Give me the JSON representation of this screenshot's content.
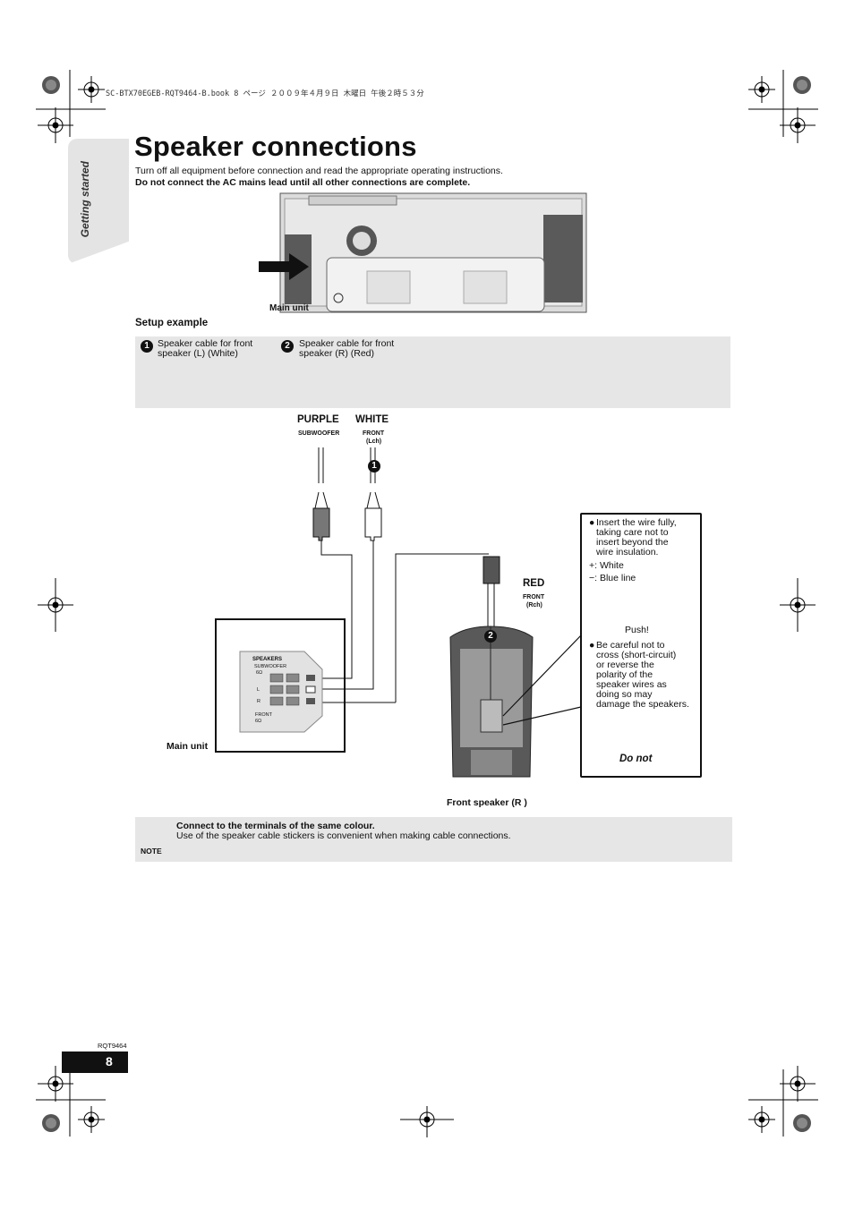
{
  "header": {
    "book_line": "SC-BTX70EGEB-RQT9464-B.book  8 ページ  ２００９年４月９日  木曜日  午後２時５３分"
  },
  "side_tab": {
    "label": "Getting started"
  },
  "title": "Speaker connections",
  "intro": {
    "line1": "Turn off all equipment before connection and read the appropriate operating instructions.",
    "line2": "Do not connect the AC mains lead until all other connections are complete."
  },
  "top_figure": {
    "main_unit_label": "Main unit"
  },
  "setup": {
    "heading": "Setup example",
    "items": [
      {
        "number": "1",
        "line1": "Speaker cable for front",
        "line2": "speaker (L) (White)"
      },
      {
        "number": "2",
        "line1": "Speaker cable for front",
        "line2": "speaker (R) (Red)"
      }
    ]
  },
  "diagram": {
    "purple": "PURPLE",
    "white": "WHITE",
    "subwoofer": "SUBWOOFER",
    "front_lch_1": "FRONT",
    "front_lch_2": "(Lch)",
    "red": "RED",
    "front_rch_1": "FRONT",
    "front_rch_2": "(Rch)",
    "main_unit_label": "Main unit",
    "front_speaker_label": "Front speaker (R )",
    "panel_speakers": "SPEAKERS",
    "panel_subwoofer": "SUBWOOFER",
    "panel_sub_ohm": "6Ω",
    "panel_l": "L",
    "panel_r": "R",
    "panel_front": "FRONT",
    "panel_front_ohm": "6Ω",
    "callout_1": "1",
    "callout_2": "2"
  },
  "info": {
    "bullet1_lines": [
      "Insert the wire fully,",
      "taking care not to",
      "insert beyond the",
      "wire insulation."
    ],
    "plus_white": "+: White",
    "minus_blue": "−: Blue line",
    "push": "Push!",
    "bullet2_lines": [
      "Be careful not to",
      "cross (short-circuit)",
      "or reverse the",
      "polarity of the",
      "speaker wires as",
      "doing so may",
      "damage the speakers."
    ],
    "do_not": "Do not"
  },
  "note": {
    "bold": "Connect to the terminals of the same colour.",
    "text": "Use of the speaker cable stickers is convenient when making cable connections.",
    "label": "NOTE"
  },
  "footer": {
    "code": "RQT9464",
    "page": "8"
  }
}
